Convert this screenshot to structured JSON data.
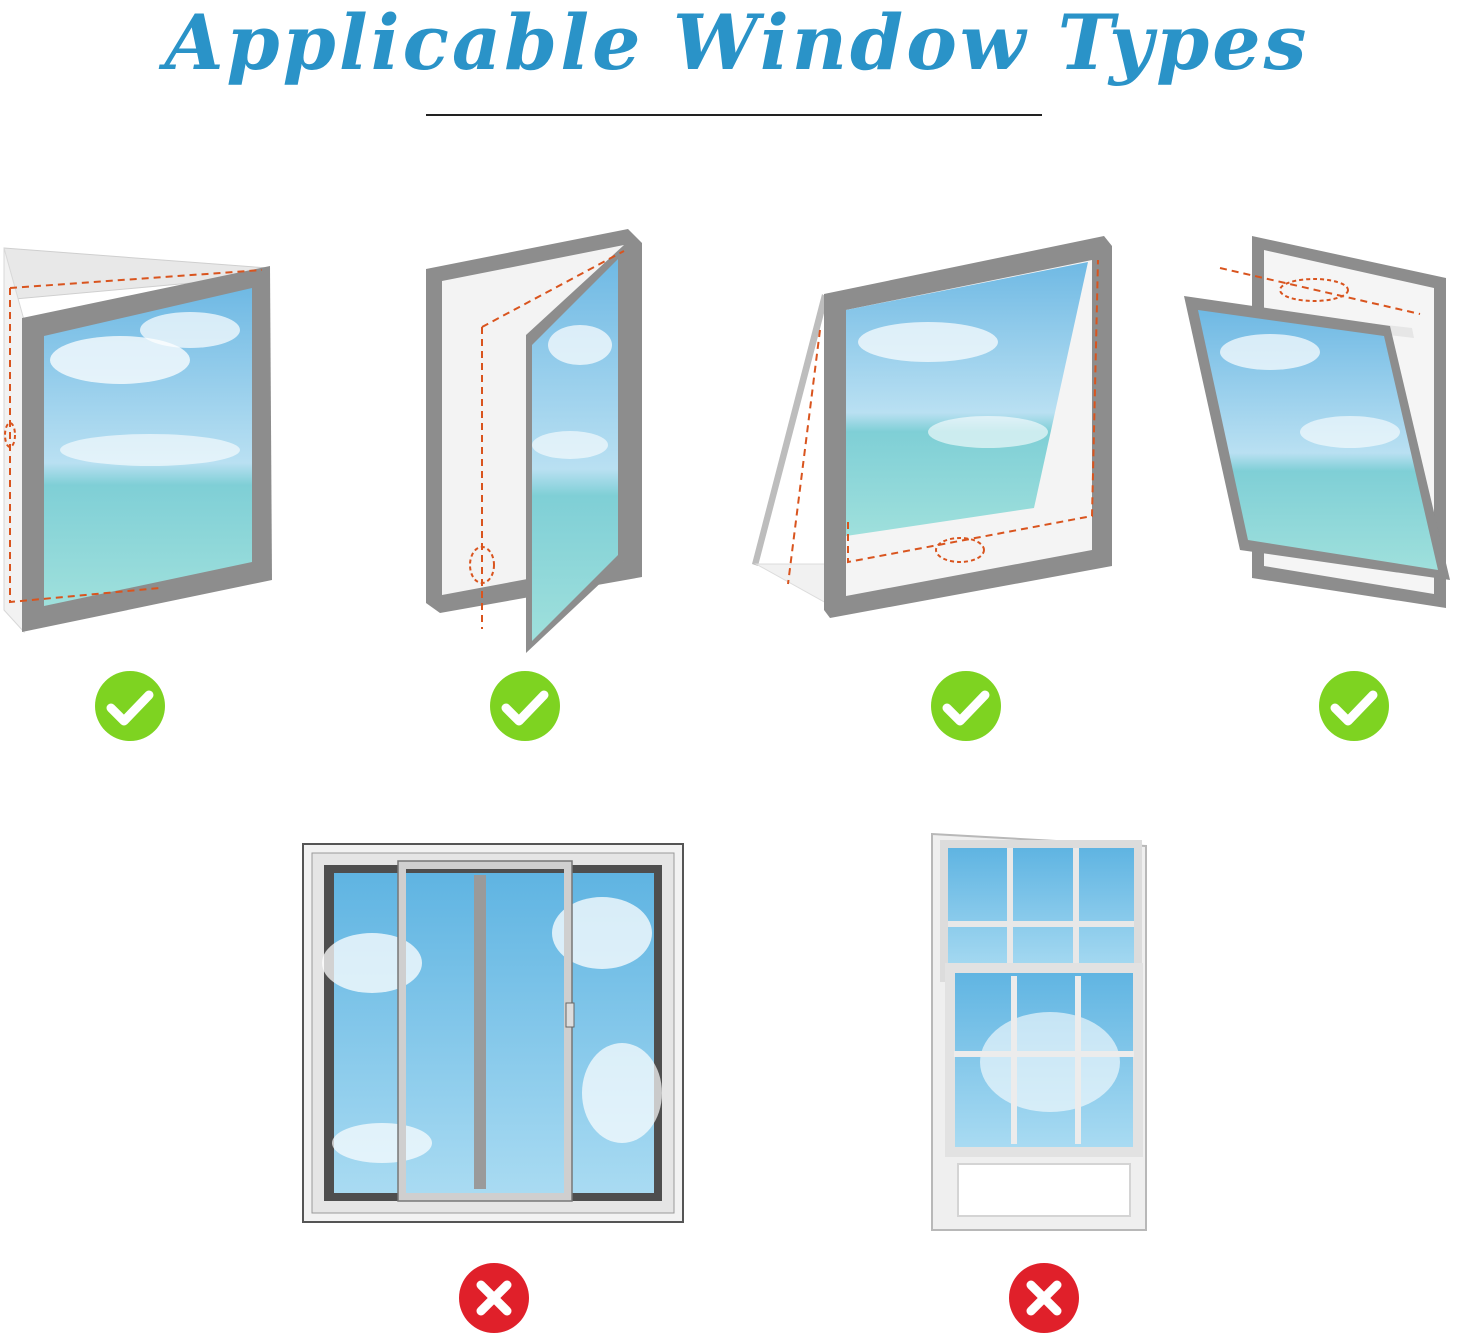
{
  "header": {
    "title": "Applicable Window Types"
  },
  "colors": {
    "title": "#2a93c8",
    "ok": "#7ed321",
    "not_ok": "#e0202a",
    "frame": "#8a8a8a",
    "sky": "#8ccbea",
    "seal_line": "#d9541e"
  },
  "windows": [
    {
      "id": "casement-outward",
      "status": "applicable",
      "icon": "check-icon"
    },
    {
      "id": "casement-inward",
      "status": "applicable",
      "icon": "check-icon"
    },
    {
      "id": "awning",
      "status": "applicable",
      "icon": "check-icon"
    },
    {
      "id": "hopper",
      "status": "applicable",
      "icon": "check-icon"
    },
    {
      "id": "sliding",
      "status": "not-applicable",
      "icon": "cross-icon"
    },
    {
      "id": "double-hung",
      "status": "not-applicable",
      "icon": "cross-icon"
    }
  ]
}
